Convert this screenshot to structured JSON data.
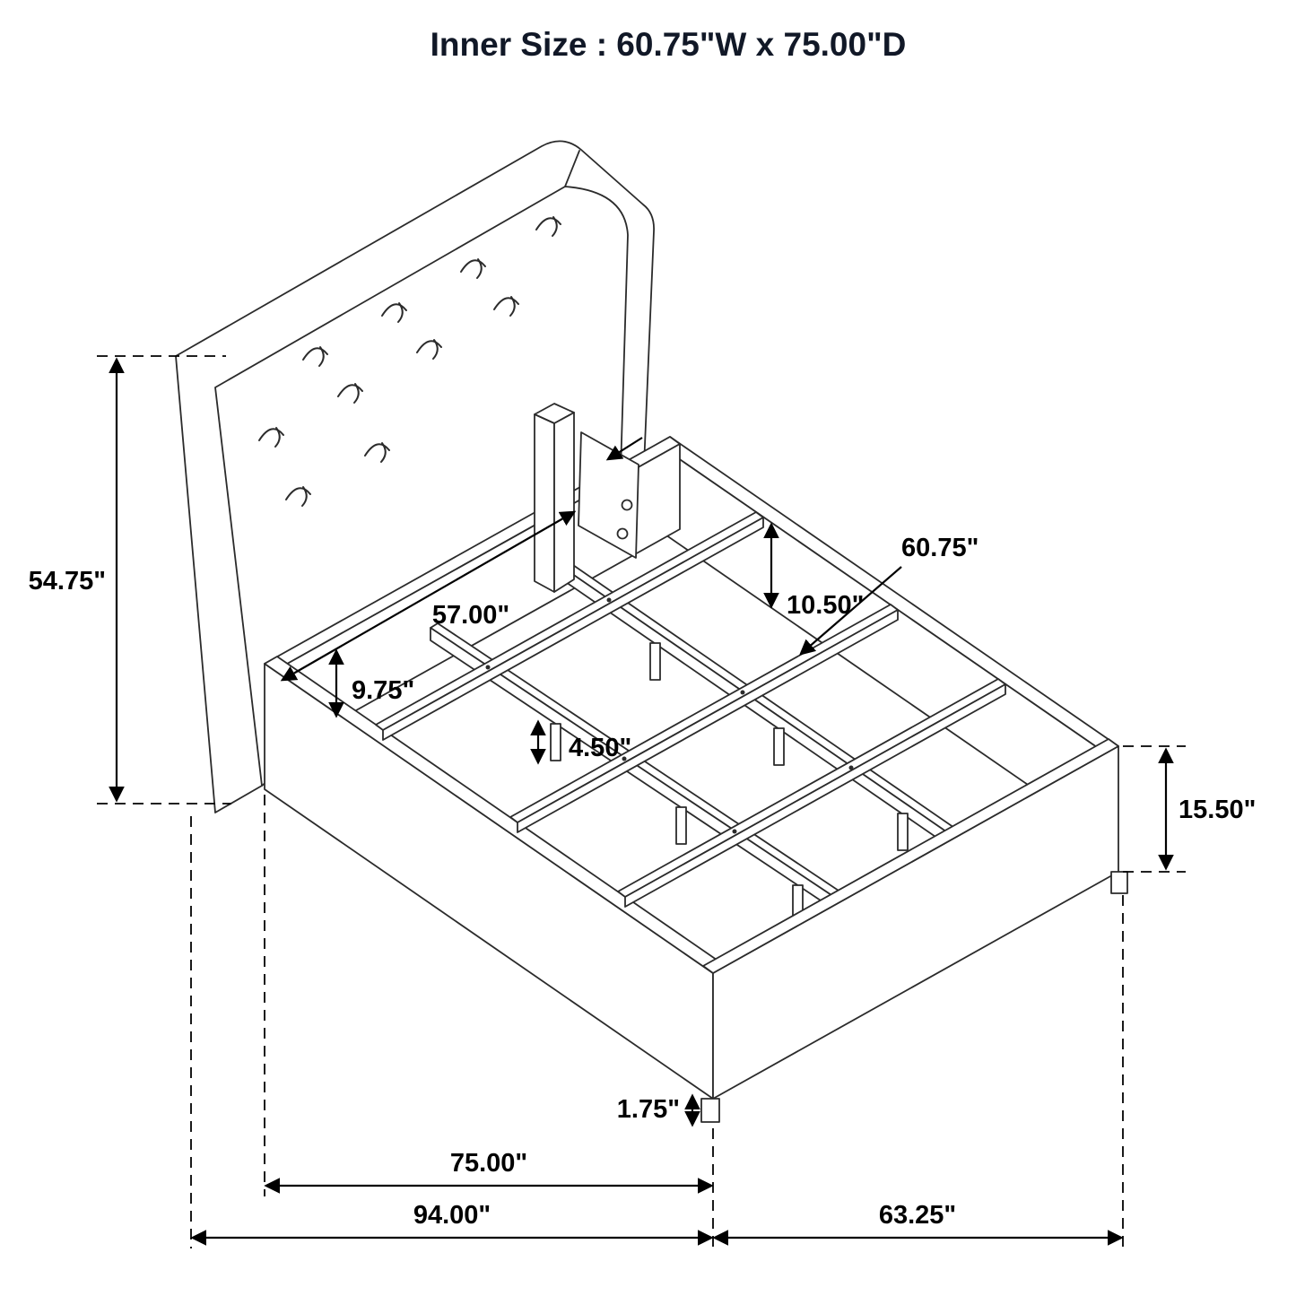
{
  "title": "Inner Size : 60.75\"W x 75.00\"D",
  "drawing": {
    "subject": "upholstered wingback platform bed frame - isometric assembly line drawing",
    "line_color": "#2b2b2b",
    "dimension_color": "#000000",
    "title_color": "#111827",
    "background": "#ffffff"
  },
  "dimensions": {
    "headboard_height": {
      "label": "54.75\""
    },
    "headboard_rail_length": {
      "label": "57.00\""
    },
    "head_rail_height": {
      "label": "9.75\""
    },
    "side_rail_height": {
      "label": "10.50\""
    },
    "slat_length": {
      "label": "60.75\""
    },
    "center_leg_height": {
      "label": "4.50\""
    },
    "footboard_height": {
      "label": "15.50\""
    },
    "foot_leg_height": {
      "label": "1.75\""
    },
    "inner_depth": {
      "label": "75.00\""
    },
    "overall_depth": {
      "label": "94.00\""
    },
    "overall_width": {
      "label": "63.25\""
    }
  }
}
